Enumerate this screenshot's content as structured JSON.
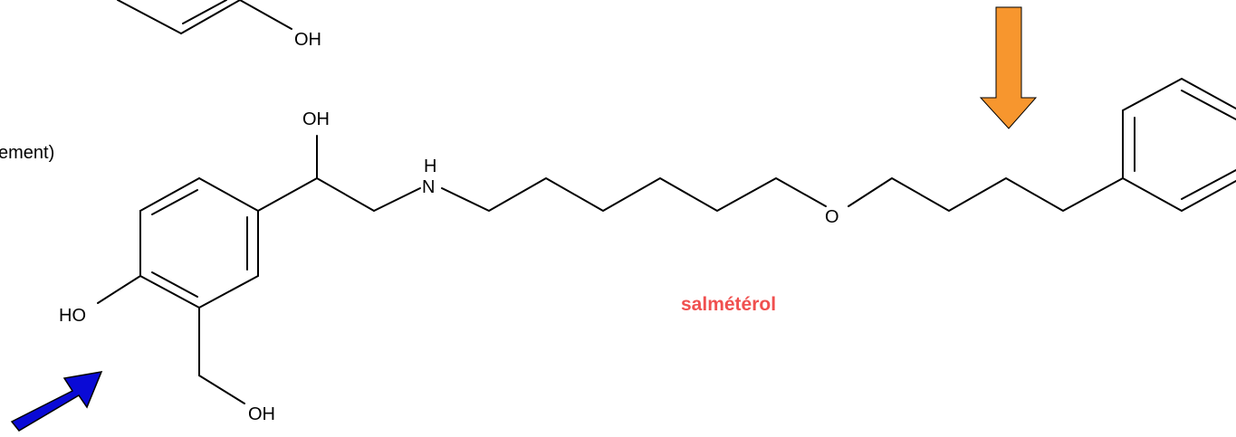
{
  "top_fragment": {
    "oh_label": "OH"
  },
  "cutoff_text": "ement)",
  "molecule": {
    "name": "salmétérol",
    "name_color": "#f0504f",
    "labels": {
      "oh_top": "OH",
      "nh_h": "H",
      "nh_n": "N",
      "ether_o": "O",
      "ho_phenol": "HO",
      "oh_bottom": "OH"
    }
  },
  "arrows": {
    "orange": {
      "color": "#f7962e",
      "direction": "down"
    },
    "blue": {
      "color": "#0a0ad6",
      "direction": "up-right"
    }
  }
}
